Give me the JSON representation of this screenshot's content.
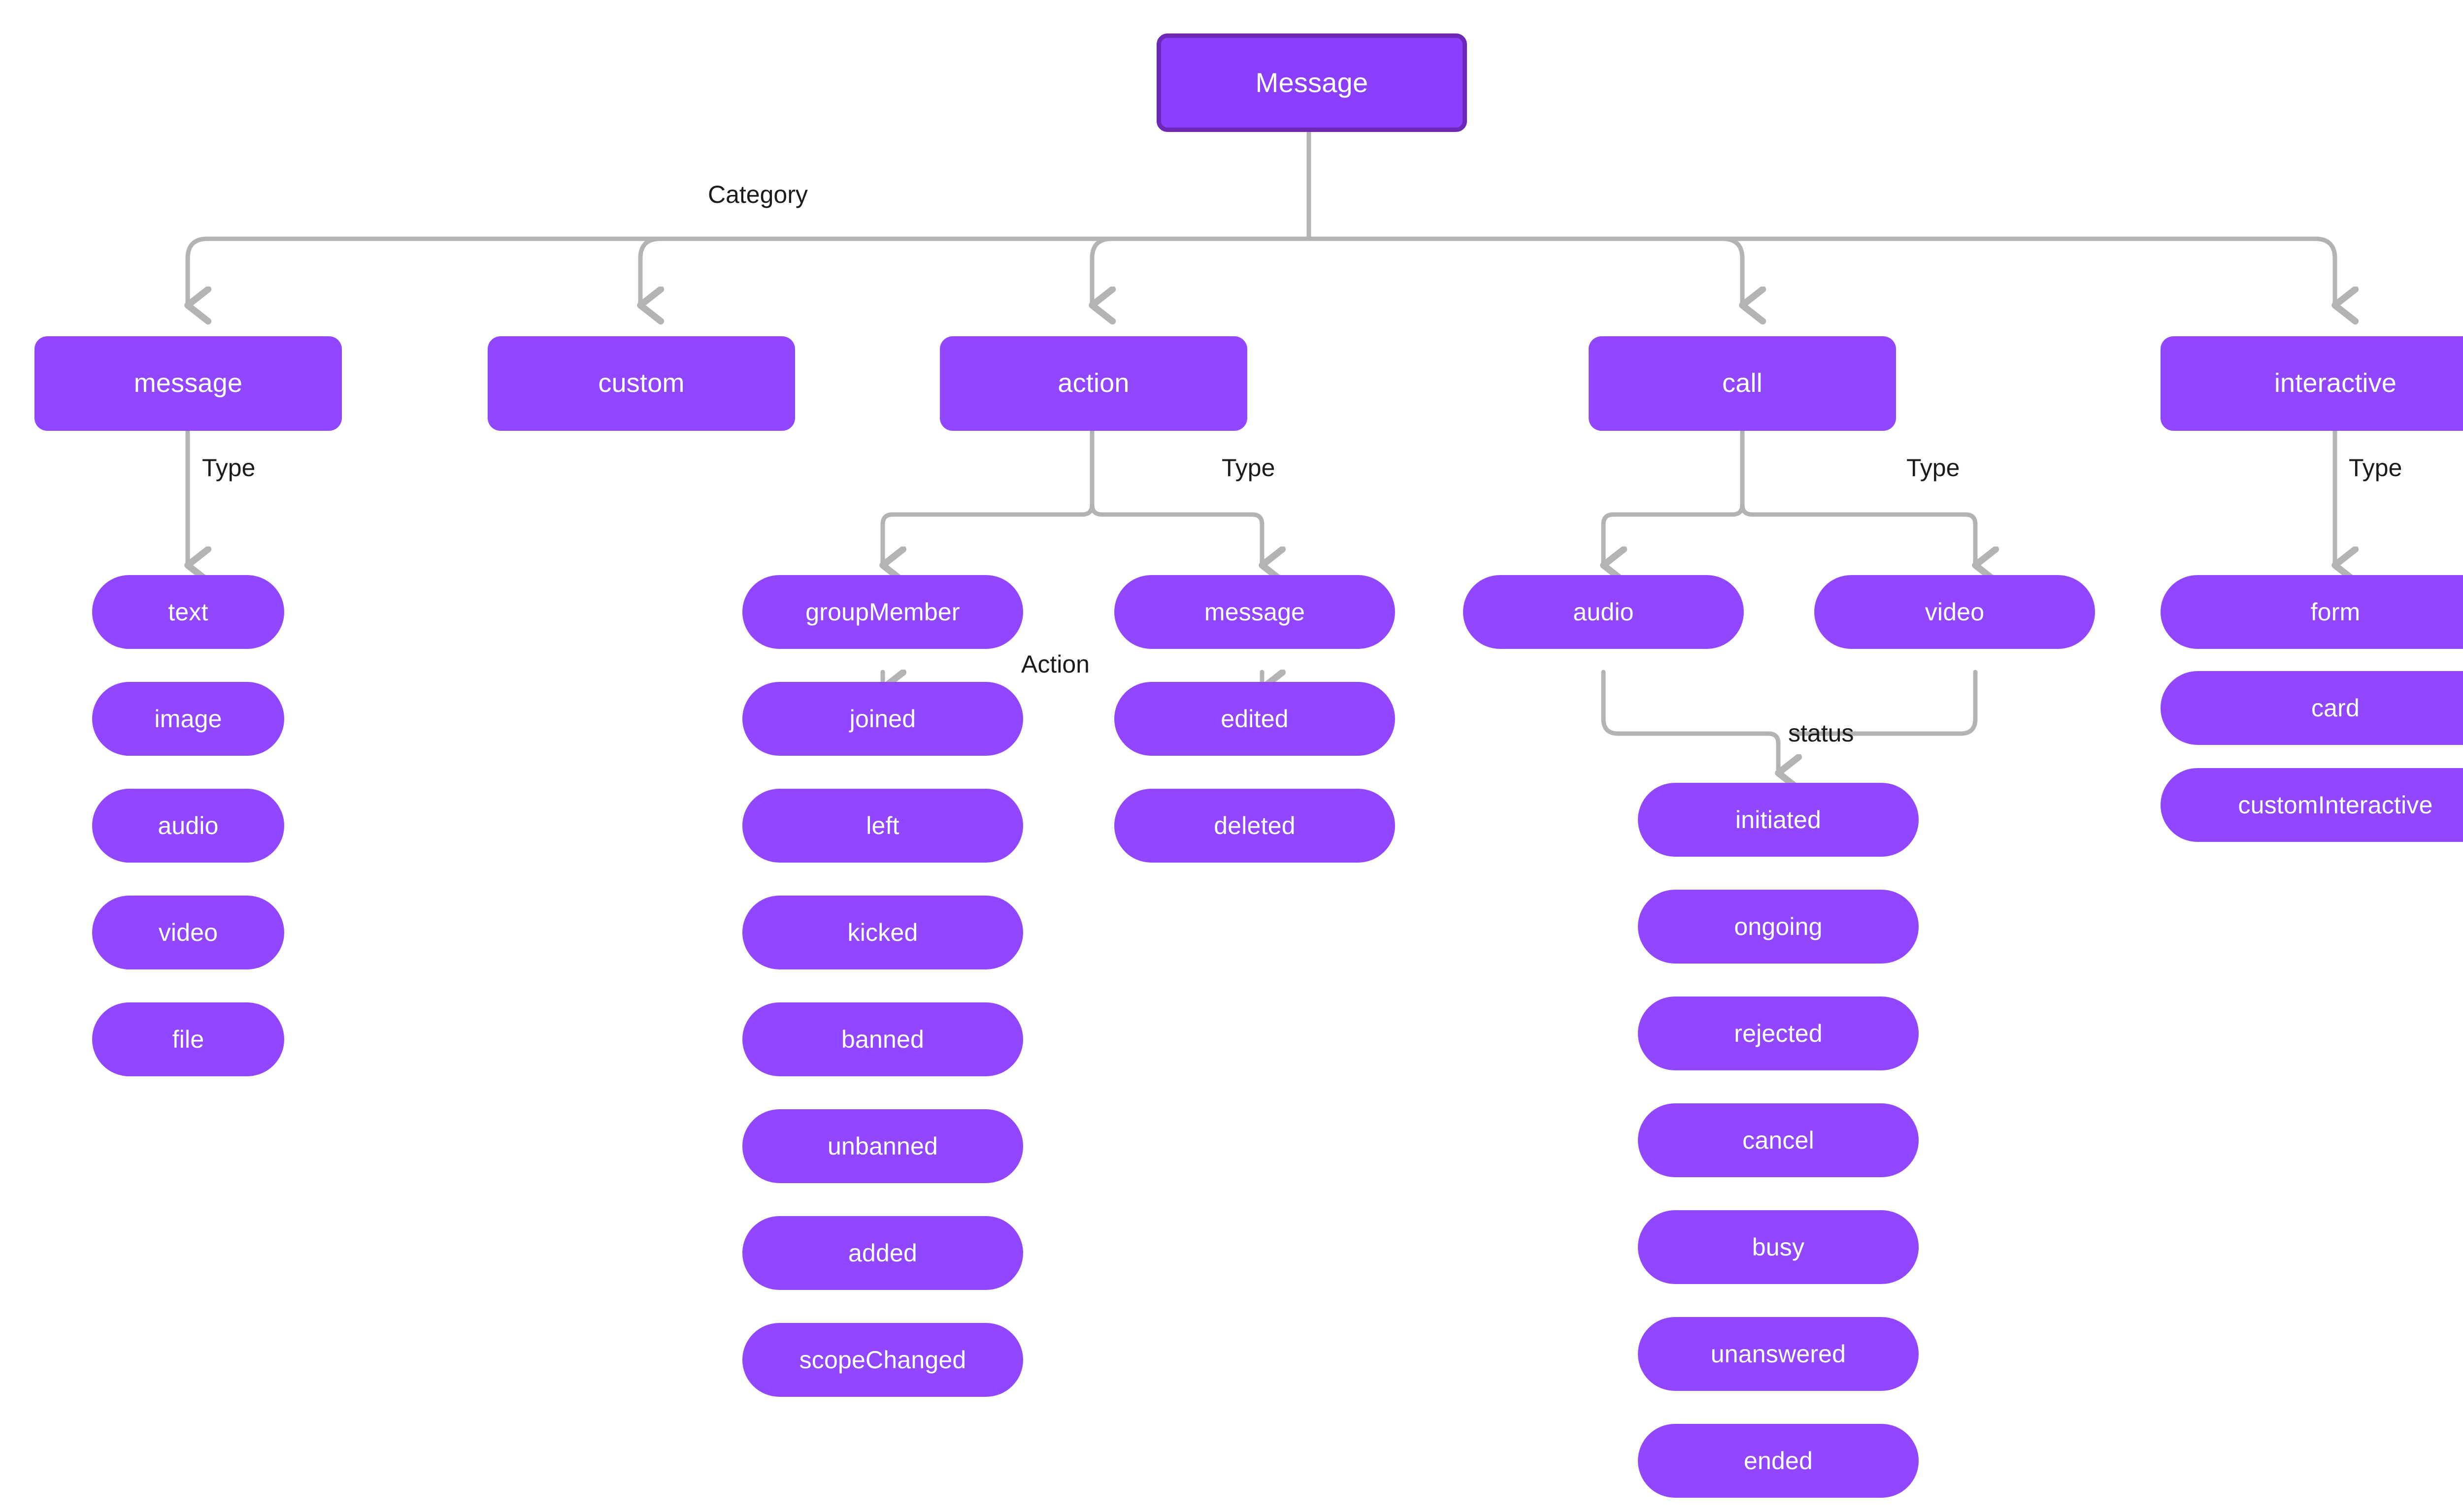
{
  "diagram": {
    "title": "Message",
    "background": "#ffffff",
    "node_fill": "#9147ff",
    "root_fill": "#8a3ffc",
    "root_border": "#6d28b8",
    "edge_color": "#b3b3b3",
    "label_color": "#1b1b1f"
  },
  "chart_data": {
    "type": "tree",
    "root": "Message",
    "edge_labels": [
      "Category",
      "Type",
      "Action",
      "status"
    ],
    "branches": [
      {
        "name": "message",
        "types": [
          "text",
          "image",
          "audio",
          "video",
          "file"
        ]
      },
      {
        "name": "custom",
        "types": []
      },
      {
        "name": "action",
        "types": [
          "groupMember",
          "message"
        ],
        "actions": {
          "groupMember": [
            "joined",
            "left",
            "kicked",
            "banned",
            "unbanned",
            "added",
            "scopeChanged"
          ],
          "message": [
            "edited",
            "deleted"
          ]
        }
      },
      {
        "name": "call",
        "types": [
          "audio",
          "video"
        ],
        "status": [
          "initiated",
          "ongoing",
          "rejected",
          "cancel",
          "busy",
          "unanswered",
          "ended"
        ]
      },
      {
        "name": "interactive",
        "types": [
          "form",
          "card",
          "customInteractive"
        ]
      }
    ]
  },
  "nodes": {
    "root": {
      "label": "Message"
    },
    "categories": [
      {
        "label": "message"
      },
      {
        "label": "custom"
      },
      {
        "label": "action"
      },
      {
        "label": "call"
      },
      {
        "label": "interactive"
      }
    ],
    "message_types": [
      {
        "label": "text"
      },
      {
        "label": "image"
      },
      {
        "label": "audio"
      },
      {
        "label": "video"
      },
      {
        "label": "file"
      }
    ],
    "action_types": [
      {
        "label": "groupMember"
      },
      {
        "label": "message"
      }
    ],
    "group_member_actions": [
      {
        "label": "joined"
      },
      {
        "label": "left"
      },
      {
        "label": "kicked"
      },
      {
        "label": "banned"
      },
      {
        "label": "unbanned"
      },
      {
        "label": "added"
      },
      {
        "label": "scopeChanged"
      }
    ],
    "message_actions": [
      {
        "label": "edited"
      },
      {
        "label": "deleted"
      }
    ],
    "call_types": [
      {
        "label": "audio"
      },
      {
        "label": "video"
      }
    ],
    "call_statuses": [
      {
        "label": "initiated"
      },
      {
        "label": "ongoing"
      },
      {
        "label": "rejected"
      },
      {
        "label": "cancel"
      },
      {
        "label": "busy"
      },
      {
        "label": "unanswered"
      },
      {
        "label": "ended"
      }
    ],
    "interactive_types": [
      {
        "label": "form"
      },
      {
        "label": "card"
      },
      {
        "label": "customInteractive"
      }
    ]
  },
  "labels": {
    "category": "Category",
    "type_message": "Type",
    "type_action": "Type",
    "type_call": "Type",
    "type_interactive": "Type",
    "action": "Action",
    "status": "status"
  }
}
